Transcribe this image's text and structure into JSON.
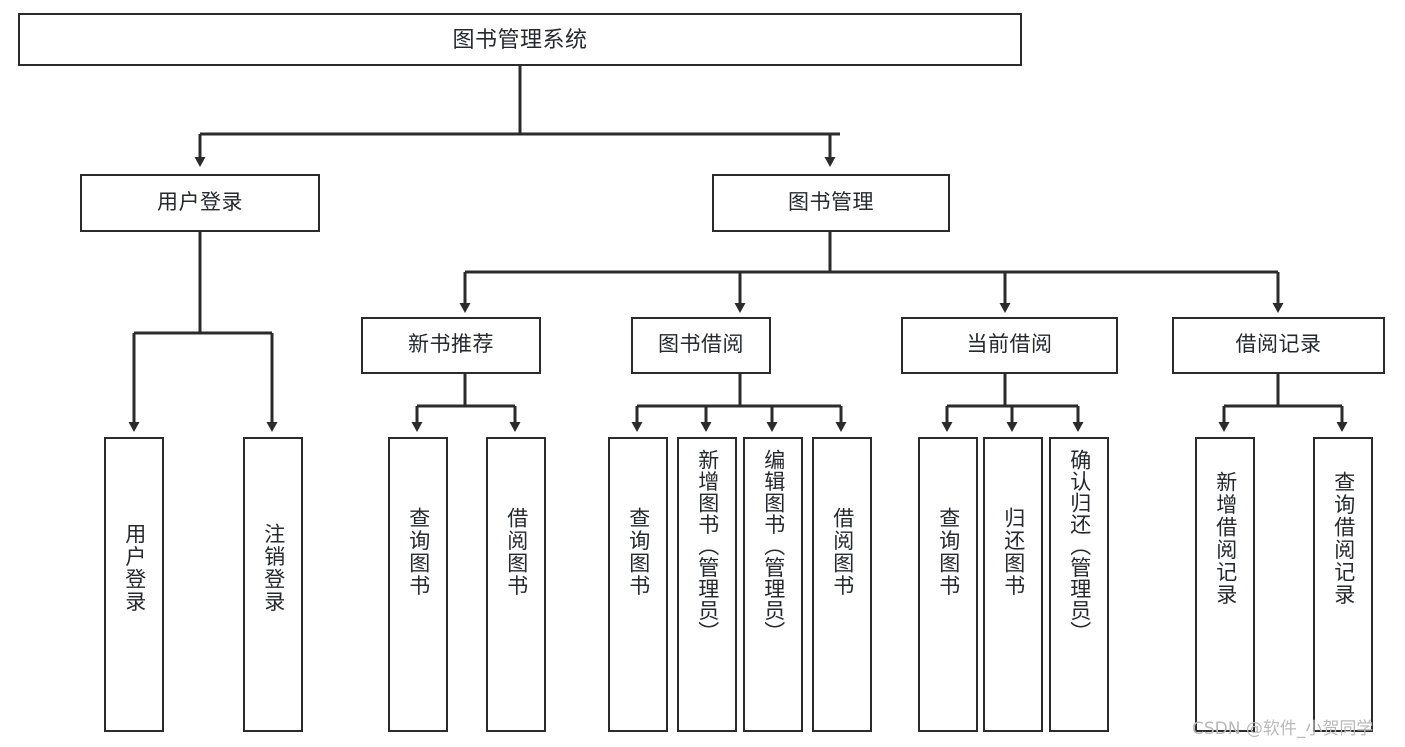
{
  "diagram": {
    "type": "tree-hierarchy",
    "title": "图书管理系统",
    "orientation": "top-down",
    "colors": {
      "box_border": "#2b2b2b",
      "box_fill": "#ffffff",
      "text": "#24292e",
      "connector": "#2b2b2b",
      "watermark": "#b9b9b9",
      "background": "#ffffff"
    },
    "root": {
      "id": "root",
      "label": "图书管理系统"
    },
    "level1": [
      {
        "id": "user-login",
        "label": "用户登录"
      },
      {
        "id": "book-manage",
        "label": "图书管理"
      }
    ],
    "level2": [
      {
        "id": "new-book-recommend",
        "label": "新书推荐",
        "parent": "book-manage"
      },
      {
        "id": "book-borrow",
        "label": "图书借阅",
        "parent": "book-manage"
      },
      {
        "id": "current-borrow",
        "label": "当前借阅",
        "parent": "book-manage"
      },
      {
        "id": "borrow-record",
        "label": "借阅记录",
        "parent": "book-manage"
      }
    ],
    "leaves": [
      {
        "id": "leaf-user-login",
        "label": "用户登录",
        "parent": "user-login"
      },
      {
        "id": "leaf-user-logout",
        "label": "注销登录",
        "parent": "user-login"
      },
      {
        "id": "leaf-query-book-1",
        "label": "查询图书",
        "parent": "new-book-recommend"
      },
      {
        "id": "leaf-borrow-book-1",
        "label": "借阅图书",
        "parent": "new-book-recommend"
      },
      {
        "id": "leaf-query-book-2",
        "label": "查询图书",
        "parent": "book-borrow"
      },
      {
        "id": "leaf-add-book",
        "label": "新增图书（管理员）",
        "parent": "book-borrow"
      },
      {
        "id": "leaf-edit-book",
        "label": "编辑图书（管理员）",
        "parent": "book-borrow"
      },
      {
        "id": "leaf-borrow-book-2",
        "label": "借阅图书",
        "parent": "book-borrow"
      },
      {
        "id": "leaf-query-book-3",
        "label": "查询图书",
        "parent": "current-borrow"
      },
      {
        "id": "leaf-return-book",
        "label": "归还图书",
        "parent": "current-borrow"
      },
      {
        "id": "leaf-confirm-return",
        "label": "确认归还（管理员）",
        "parent": "current-borrow"
      },
      {
        "id": "leaf-add-record",
        "label": "新增借阅记录",
        "parent": "borrow-record"
      },
      {
        "id": "leaf-query-record",
        "label": "查询借阅记录",
        "parent": "borrow-record"
      }
    ]
  },
  "watermark": {
    "text": "CSDN @软件_小贺同学"
  }
}
